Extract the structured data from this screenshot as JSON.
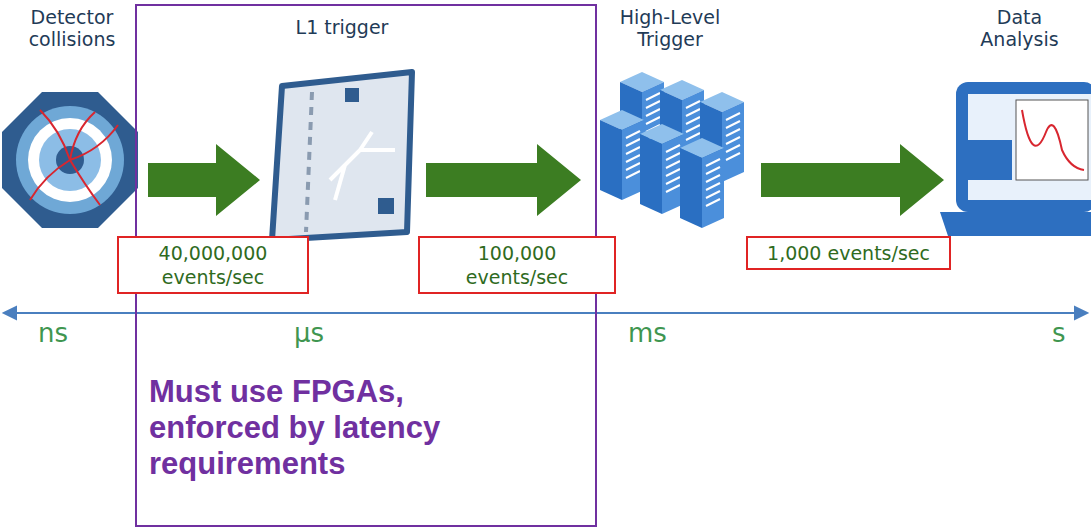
{
  "diagram": {
    "nodes": [
      {
        "text": [
          "Detector collisions"
        ]
      },
      {
        "text": [
          "Must use FPGAs, enforced by latency requirements"
        ]
      },
      {
        "text": [
          "L1 trigger"
        ],
        "in": 1
      },
      {
        "text": [
          "High-Level Trigger"
        ]
      },
      {
        "text": [
          "Data Analysis"
        ]
      }
    ],
    "edges": [
      {
        "from": 0,
        "to": 2,
        "arrow": "to",
        "label": "40,000,000 events/sec"
      },
      {
        "from": 2,
        "to": 3,
        "arrow": "to",
        "label": "100,000 events/sec"
      },
      {
        "from": 3,
        "to": 4,
        "arrow": "to",
        "label": "1,000 events/sec"
      }
    ],
    "labels": [
      "ns",
      "µs",
      "ms",
      "s"
    ]
  }
}
